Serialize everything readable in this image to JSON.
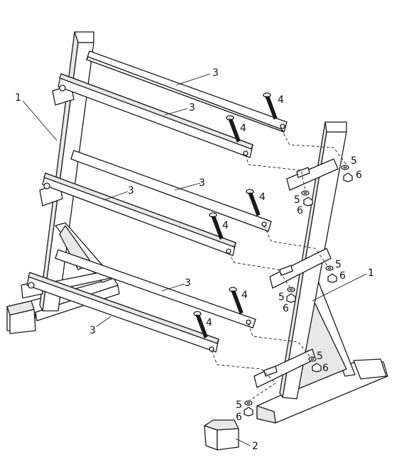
{
  "diagram": {
    "part_labels": {
      "frame": "1",
      "foot_cap": "2",
      "shelf": "3",
      "bolt": "4",
      "washer": "5",
      "nut": "6"
    },
    "colors": {
      "ink": "#1a1a1a",
      "paper": "#ffffff",
      "fill": "#e8e8e8"
    }
  }
}
